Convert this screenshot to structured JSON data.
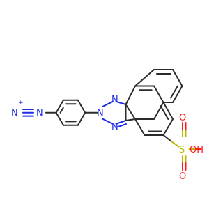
{
  "colors": {
    "background": "#ffffff",
    "carbon_bond": "#2b2b2b",
    "nitrogen": "#1e2be8",
    "sulfur": "#b8b800",
    "oxygen": "#ff1a1a"
  },
  "atoms": {
    "diazonium_n1": "N",
    "diazonium_n2": "N",
    "diazonium_charge": "+",
    "triazole_n1": "N",
    "triazole_n2": "N",
    "triazole_n3": "N",
    "sulfur": "S",
    "oxygen_top": "O",
    "oxygen_bottom": "O",
    "hydroxyl": "OH"
  }
}
